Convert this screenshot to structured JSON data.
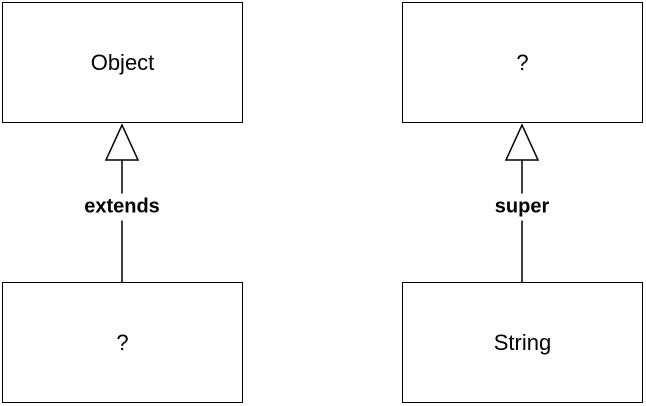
{
  "diagram": {
    "left": {
      "parent_label": "Object",
      "child_label": "?",
      "relation_label": "extends"
    },
    "right": {
      "parent_label": "?",
      "child_label": "String",
      "relation_label": "super"
    }
  },
  "colors": {
    "stroke": "#000000",
    "fill": "#ffffff"
  }
}
